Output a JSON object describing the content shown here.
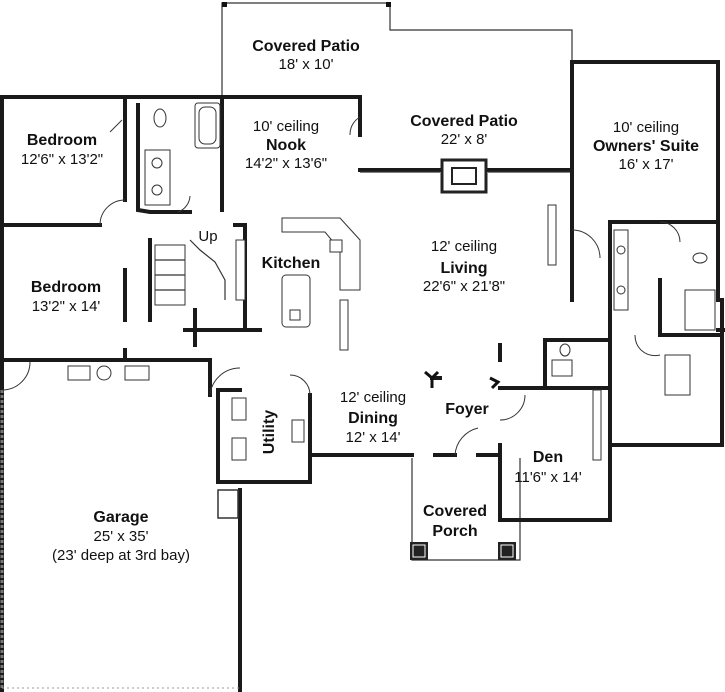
{
  "rooms": {
    "patio_top": {
      "name": "Covered Patio",
      "dims": "18' x 10'"
    },
    "patio_mid": {
      "name": "Covered Patio",
      "dims": "22' x 8'"
    },
    "owners": {
      "ceiling": "10' ceiling",
      "name": "Owners' Suite",
      "dims": "16' x 17'"
    },
    "bedroom1": {
      "name": "Bedroom",
      "dims": "12'6\" x 13'2\""
    },
    "nook": {
      "ceiling": "10' ceiling",
      "name": "Nook",
      "dims": "14'2\" x 13'6\""
    },
    "bedroom2": {
      "name": "Bedroom",
      "dims": "13'2\" x 14'"
    },
    "kitchen": {
      "name": "Kitchen"
    },
    "stairs": {
      "label": "Up"
    },
    "living": {
      "ceiling": "12' ceiling",
      "name": "Living",
      "dims": "22'6\" x 21'8\""
    },
    "dining": {
      "ceiling": "12' ceiling",
      "name": "Dining",
      "dims": "12' x 14'"
    },
    "foyer": {
      "name": "Foyer"
    },
    "utility": {
      "name": "Utility"
    },
    "den": {
      "name": "Den",
      "dims": "11'6\" x 14'"
    },
    "garage": {
      "name": "Garage",
      "dims": "25' x 35'",
      "note": "(23' deep at 3rd bay)"
    },
    "porch": {
      "line1": "Covered",
      "line2": "Porch"
    }
  }
}
